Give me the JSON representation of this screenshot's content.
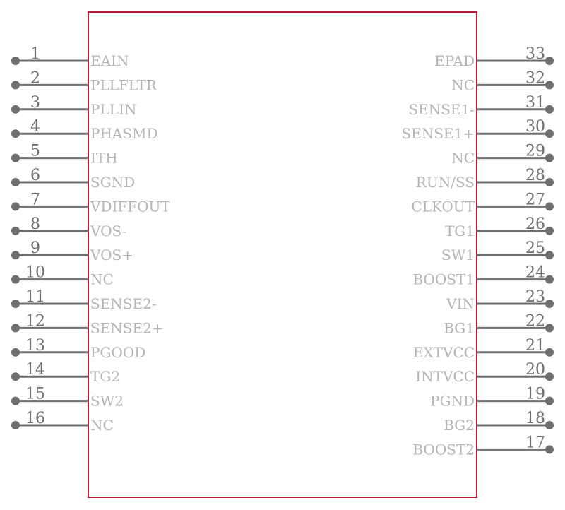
{
  "component": {
    "body_color": "#b81c3c",
    "pin_color": "#6e6e6e",
    "label_color": "#b4b4b4",
    "left_pins": [
      {
        "number": "1",
        "name": "EAIN"
      },
      {
        "number": "2",
        "name": "PLLFLTR"
      },
      {
        "number": "3",
        "name": "PLLIN"
      },
      {
        "number": "4",
        "name": "PHASMD"
      },
      {
        "number": "5",
        "name": "ITH"
      },
      {
        "number": "6",
        "name": "SGND"
      },
      {
        "number": "7",
        "name": "VDIFFOUT"
      },
      {
        "number": "8",
        "name": "VOS-"
      },
      {
        "number": "9",
        "name": "VOS+"
      },
      {
        "number": "10",
        "name": "NC"
      },
      {
        "number": "11",
        "name": "SENSE2-"
      },
      {
        "number": "12",
        "name": "SENSE2+"
      },
      {
        "number": "13",
        "name": "PGOOD"
      },
      {
        "number": "14",
        "name": "TG2"
      },
      {
        "number": "15",
        "name": "SW2"
      },
      {
        "number": "16",
        "name": "NC"
      }
    ],
    "right_pins": [
      {
        "number": "33",
        "name": "EPAD"
      },
      {
        "number": "32",
        "name": "NC"
      },
      {
        "number": "31",
        "name": "SENSE1-"
      },
      {
        "number": "30",
        "name": "SENSE1+"
      },
      {
        "number": "29",
        "name": "NC"
      },
      {
        "number": "28",
        "name": "RUN/SS"
      },
      {
        "number": "27",
        "name": "CLKOUT"
      },
      {
        "number": "26",
        "name": "TG1"
      },
      {
        "number": "25",
        "name": "SW1"
      },
      {
        "number": "24",
        "name": "BOOST1"
      },
      {
        "number": "23",
        "name": "VIN"
      },
      {
        "number": "22",
        "name": "BG1"
      },
      {
        "number": "21",
        "name": "EXTVCC"
      },
      {
        "number": "20",
        "name": "INTVCC"
      },
      {
        "number": "19",
        "name": "PGND"
      },
      {
        "number": "18",
        "name": "BG2"
      },
      {
        "number": "17",
        "name": "BOOST2"
      }
    ]
  }
}
